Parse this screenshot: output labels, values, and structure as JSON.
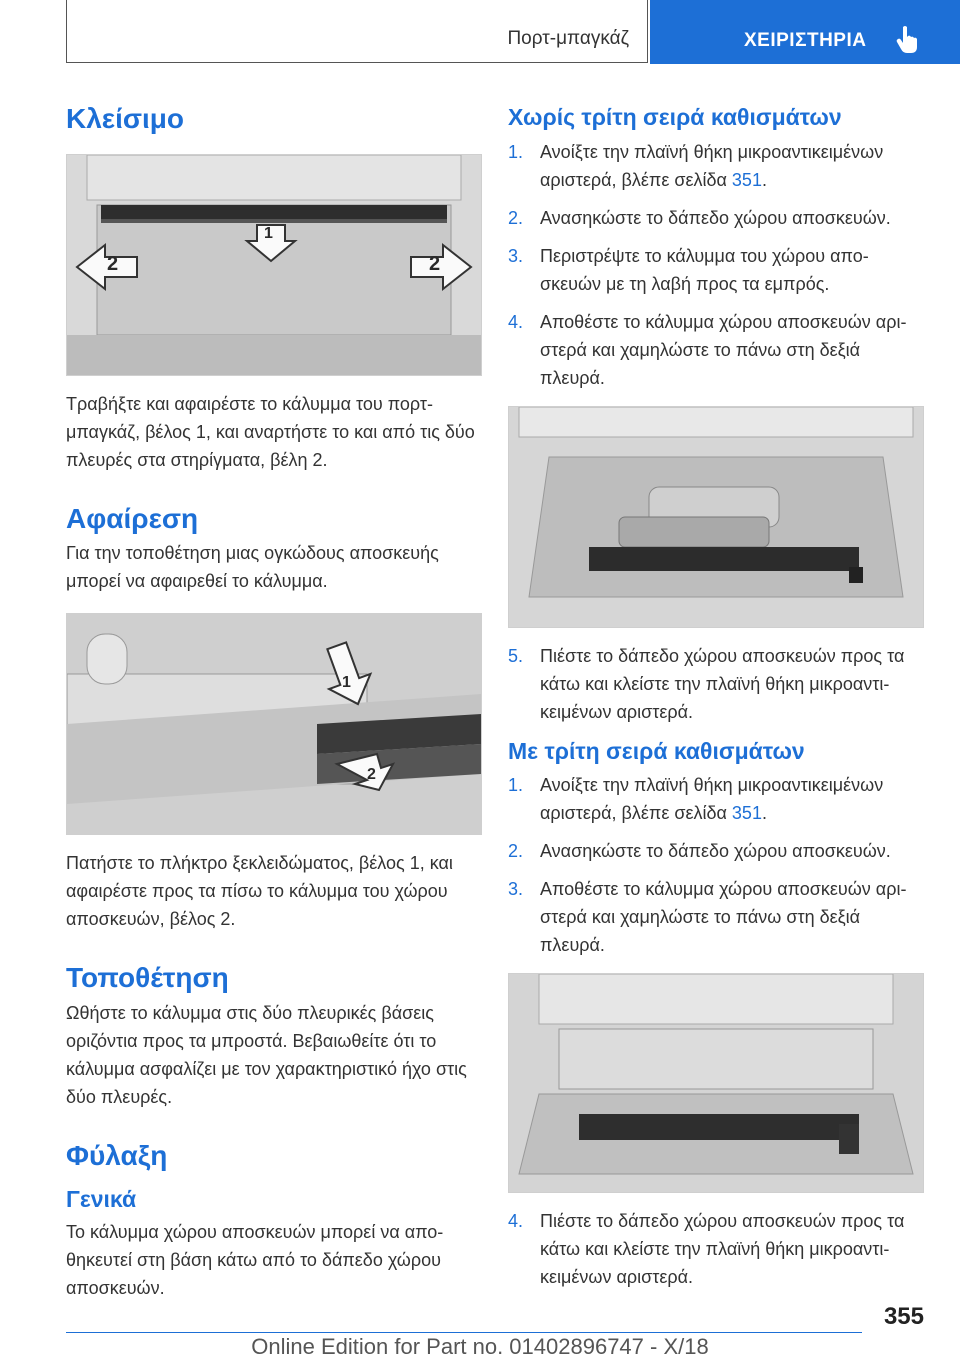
{
  "header": {
    "section": "Πορτ-μπαγκάζ",
    "manual": "ΧΕΙΡΙΣΤΗΡΙΑ",
    "icon": "hand-pointer-icon",
    "accent": "#1d6fd6"
  },
  "left": {
    "closing": {
      "title": "Κλείσιμο",
      "text": "Τραβήξτε και αφαιρέστε το κάλυμμα του πορτ-μπαγκάζ, βέλος 1, και αναρτήστε το και από τις δύο πλευρές στα στηρίγματα, βέλη 2.",
      "arrow1": "1",
      "arrow2": "2"
    },
    "removal": {
      "title": "Αφαίρεση",
      "intro": "Για την τοποθέτηση μιας ογκώδους αποσκευής μπορεί να αφαιρεθεί το κάλυμμα.",
      "text": "Πατήστε το πλήκτρο ξεκλειδώματος, βέλος 1, και αφαιρέστε προς τα πίσω το κάλυμμα του χώρου αποσκευών, βέλος 2.",
      "arrow1": "1",
      "arrow2": "2"
    },
    "install": {
      "title": "Τοποθέτηση",
      "text": "Ωθήστε το κάλυμμα στις δύο πλευρικές βάσεις οριζόντια προς τα μπροστά. Βεβαιωθείτε ότι το κάλυμμα ασφαλίζει με τον χαρακτηριστικό ήχο στις δύο πλευρές."
    },
    "storage": {
      "title": "Φύλαξη",
      "subtitle": "Γενικά",
      "text": "Το κάλυμμα χώρου αποσκευών μπορεί να απο-θηκευτεί στη βάση κάτω από το δάπεδο χώρου αποσκευών."
    }
  },
  "right": {
    "without_third_row": {
      "title": "Χωρίς τρίτη σειρά καθισμάτων",
      "steps": [
        {
          "n": "1.",
          "before": "Ανοίξτε την πλαϊνή θήκη μικροαντικειμένων αριστερά, βλέπε σελίδα ",
          "link": "351",
          "after": "."
        },
        {
          "n": "2.",
          "text": "Ανασηκώστε το δάπεδο χώρου αποσκευών."
        },
        {
          "n": "3.",
          "text": "Περιστρέψτε το κάλυμμα του χώρου απο-σκευών με τη λαβή προς τα εμπρός."
        },
        {
          "n": "4.",
          "text": "Αποθέστε το κάλυμμα χώρου αποσκευών αρι-στερά και χαμηλώστε το πάνω στη δεξιά πλευρά."
        },
        {
          "n": "5.",
          "text": "Πιέστε το δάπεδο χώρου αποσκευών προς τα κάτω και κλείστε την πλαϊνή θήκη μικροαντι-κειμένων αριστερά."
        }
      ]
    },
    "with_third_row": {
      "title": "Με τρίτη σειρά καθισμάτων",
      "steps": [
        {
          "n": "1.",
          "before": "Ανοίξτε την πλαϊνή θήκη μικροαντικειμένων αριστερά, βλέπε σελίδα ",
          "link": "351",
          "after": "."
        },
        {
          "n": "2.",
          "text": "Ανασηκώστε το δάπεδο χώρου αποσκευών."
        },
        {
          "n": "3.",
          "text": "Αποθέστε το κάλυμμα χώρου αποσκευών αρι-στερά και χαμηλώστε το πάνω στη δεξιά πλευρά."
        },
        {
          "n": "4.",
          "text": "Πιέστε το δάπεδο χώρου αποσκευών προς τα κάτω και κλείστε την πλαϊνή θήκη μικροαντι-κειμένων αριστερά."
        }
      ]
    }
  },
  "page_number": "355",
  "footer": "Online Edition for Part no. 01402896747 - X/18"
}
